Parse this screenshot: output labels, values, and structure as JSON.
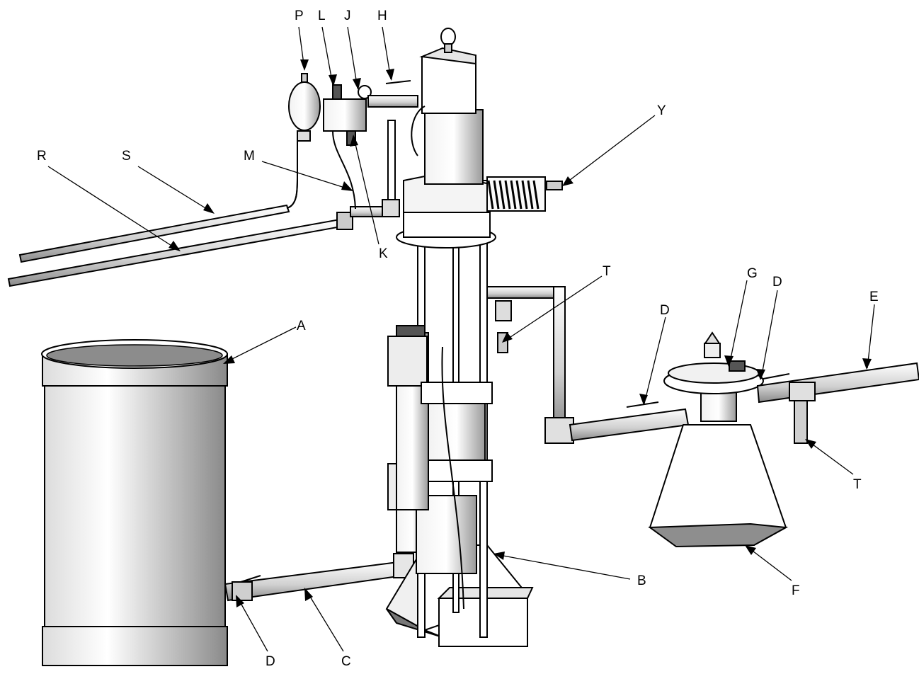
{
  "figure": {
    "callouts": [
      {
        "id": "P",
        "label": "P"
      },
      {
        "id": "L",
        "label": "L"
      },
      {
        "id": "J",
        "label": "J"
      },
      {
        "id": "H",
        "label": "H"
      },
      {
        "id": "Y",
        "label": "Y"
      },
      {
        "id": "R",
        "label": "R"
      },
      {
        "id": "S",
        "label": "S"
      },
      {
        "id": "M",
        "label": "M"
      },
      {
        "id": "K",
        "label": "K"
      },
      {
        "id": "T1",
        "label": "T"
      },
      {
        "id": "G",
        "label": "G"
      },
      {
        "id": "D1",
        "label": "D"
      },
      {
        "id": "D2",
        "label": "D"
      },
      {
        "id": "E",
        "label": "E"
      },
      {
        "id": "A",
        "label": "A"
      },
      {
        "id": "T2",
        "label": "T"
      },
      {
        "id": "B",
        "label": "B"
      },
      {
        "id": "F",
        "label": "F"
      },
      {
        "id": "D3",
        "label": "D"
      },
      {
        "id": "C",
        "label": "C"
      }
    ]
  }
}
